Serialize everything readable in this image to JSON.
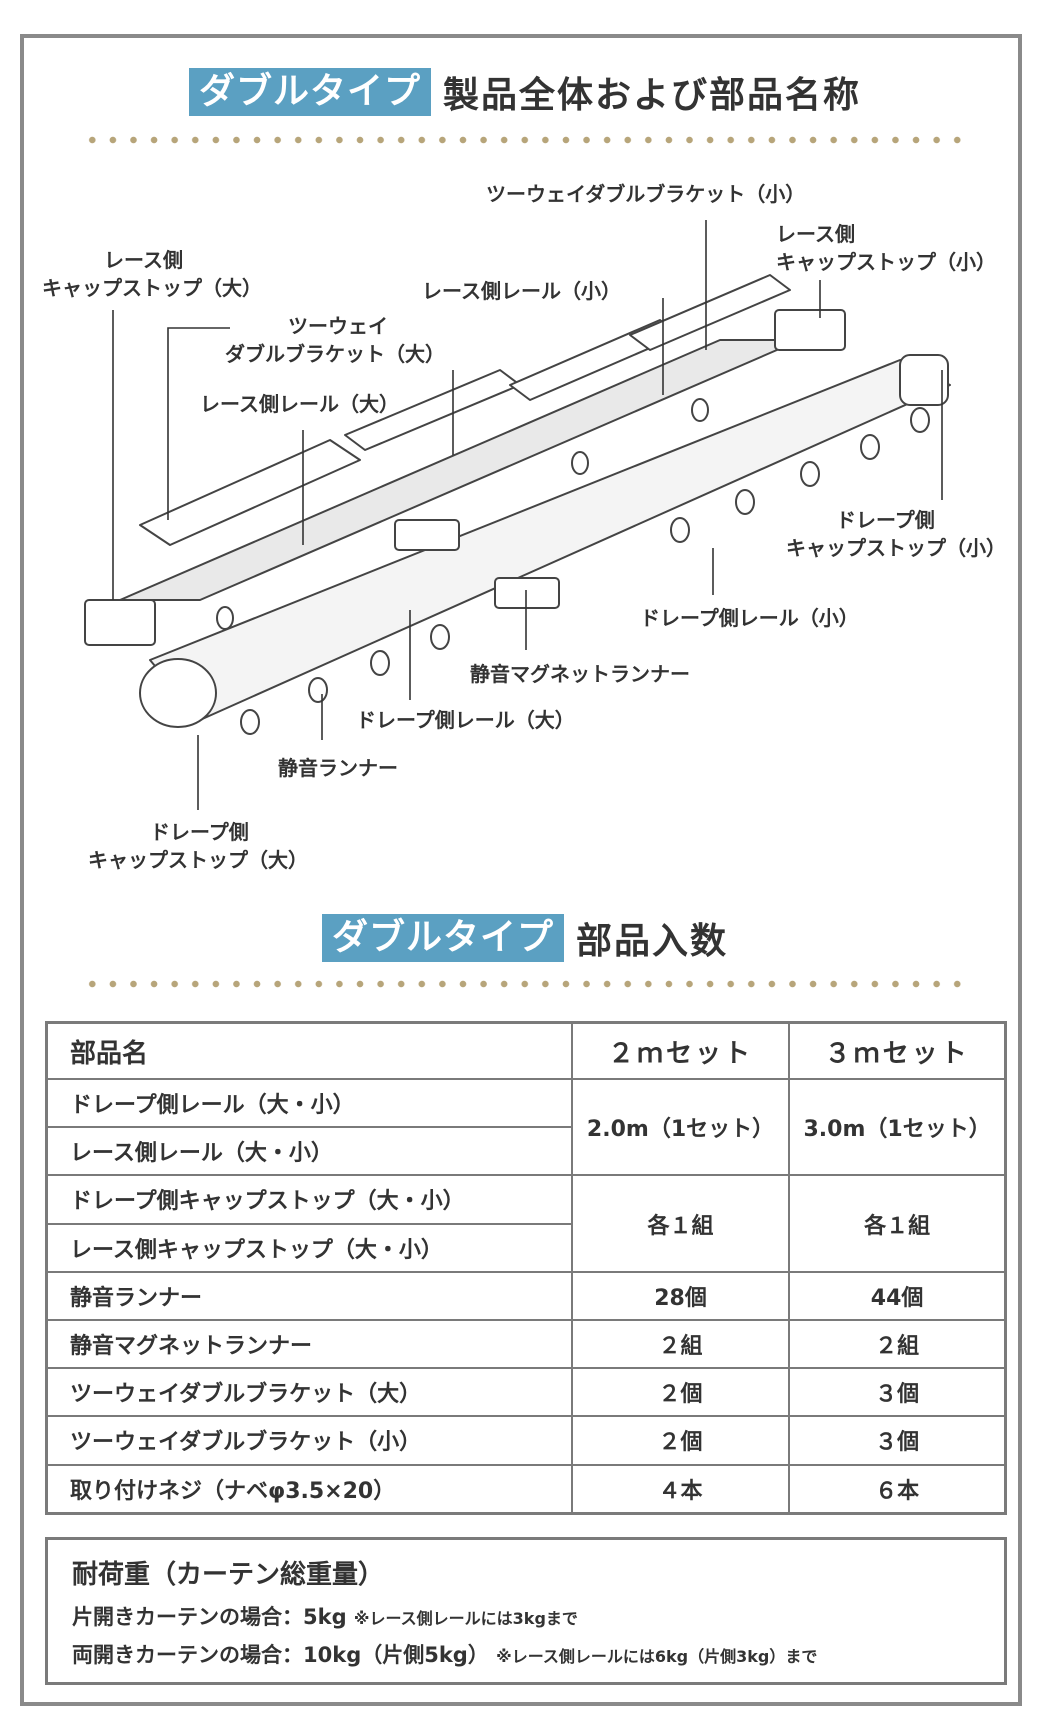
{
  "section1": {
    "tag": "ダブルタイプ",
    "title": "製品全体および部品名称"
  },
  "labels": {
    "twoway_small": "ツーウェイダブルブラケット（小）",
    "lace_cap_small_1": "レース側",
    "lace_cap_small_2": "キャップストップ（小）",
    "lace_cap_large_1": "レース側",
    "lace_cap_large_2": "キャップストップ（大）",
    "lace_rail_small": "レース側レール（小）",
    "twoway_large_1": "ツーウェイ",
    "twoway_large_2": "ダブルブラケット（大）",
    "lace_rail_large": "レース側レール（大）",
    "drape_cap_small_1": "ドレープ側",
    "drape_cap_small_2": "キャップストップ（小）",
    "drape_rail_small": "ドレープ側レール（小）",
    "magnet_runner": "静音マグネットランナー",
    "drape_rail_large": "ドレープ側レール（大）",
    "quiet_runner": "静音ランナー",
    "drape_cap_large_1": "ドレープ側",
    "drape_cap_large_2": "キャップストップ（大）"
  },
  "section2": {
    "tag": "ダブルタイプ",
    "title": "部品入数"
  },
  "table": {
    "headers": [
      "部品名",
      "２ｍセット",
      "３ｍセット"
    ],
    "rows": [
      {
        "name": "ドレープ側レール（大・小）"
      },
      {
        "name": "レース側レール（大・小）"
      },
      {
        "name": "ドレープ側キャップストップ（大・小）"
      },
      {
        "name": "レース側キャップストップ（大・小）"
      },
      {
        "name": "静音ランナー",
        "v2": "28個",
        "v3": "44個"
      },
      {
        "name": "静音マグネットランナー",
        "v2": "２組",
        "v3": "２組"
      },
      {
        "name": "ツーウェイダブルブラケット（大）",
        "v2": "２個",
        "v3": "３個"
      },
      {
        "name": "ツーウェイダブルブラケット（小）",
        "v2": "２個",
        "v3": "３個"
      },
      {
        "name": "取り付けネジ（ナベφ3.5×20）",
        "v2": "４本",
        "v3": "６本"
      }
    ],
    "rails_2m": "2.0m（1セット）",
    "rails_3m": "3.0m（1セット）",
    "caps_2m": "各１組",
    "caps_3m": "各１組"
  },
  "load": {
    "title": "耐荷重（カーテン総重量）",
    "line1": "片開きカーテンの場合：5kg",
    "line1_note": "※レース側レールには3kgまで",
    "line2": "両開きカーテンの場合：10kg（片側5kg）",
    "line2_note": "※レース側レールには6kg（片側3kg）まで"
  },
  "colors": {
    "accent": "#5ba0c2",
    "dots": "#b7a57a",
    "border": "#7a7a7a"
  }
}
